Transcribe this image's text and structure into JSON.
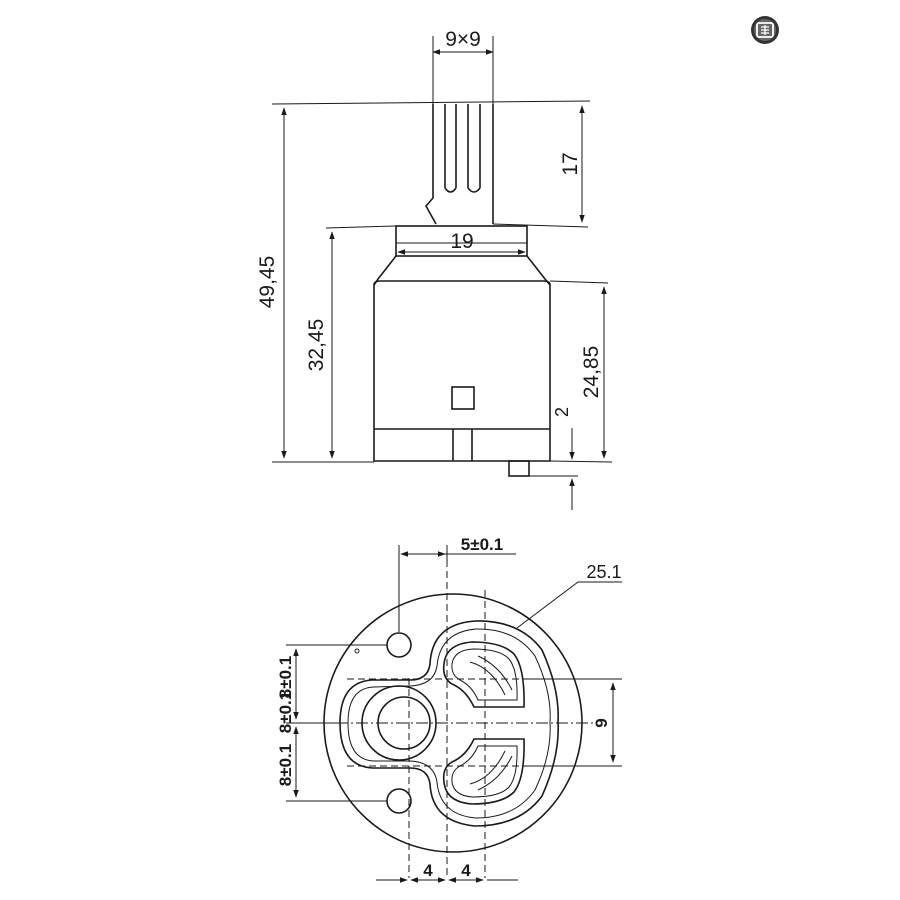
{
  "side_view": {
    "dim_total_height": "49,45",
    "dim_body_height": "32,45",
    "dim_cylinder_height": "24,85",
    "dim_spline_length": "17",
    "dim_spline_size": "9×9",
    "dim_collar_diameter": "19",
    "dim_pin_length": "2"
  },
  "bottom_view": {
    "dim_hole_offset": "5±0.1",
    "dim_disc_diameter": "25.1",
    "dim_port_spacing": "9",
    "dim_hole_pitch_upper": "8±0.1",
    "dim_hole_pitch_middle": "8±0.1",
    "dim_hole_pitch_lower": "8±0.1",
    "dim_bottom_left": "4",
    "dim_bottom_right": "4"
  },
  "brand_icon": "logo-badge-icon"
}
